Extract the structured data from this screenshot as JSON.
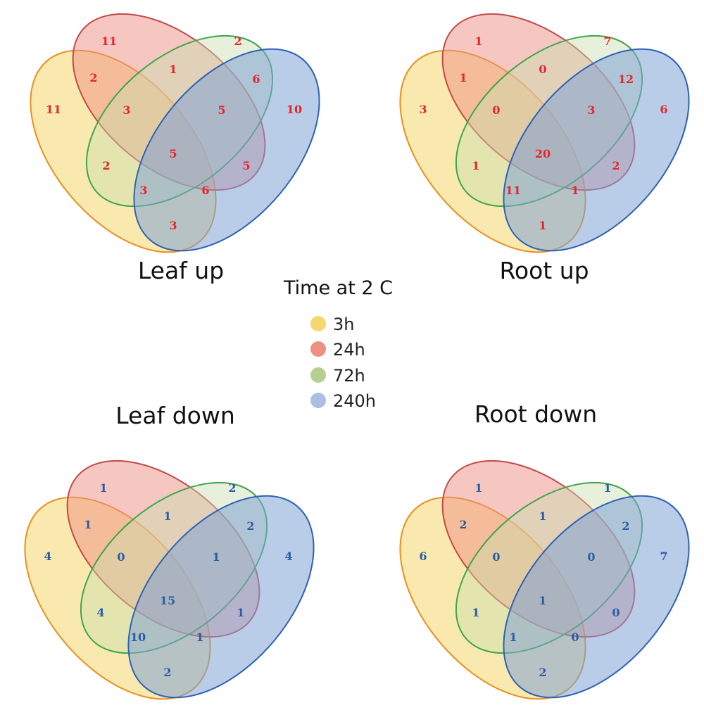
{
  "legend": {
    "title": "Time at 2 C",
    "items": [
      {
        "label": "3h",
        "color": "#F5D76E"
      },
      {
        "label": "24h",
        "color": "#EE8F84"
      },
      {
        "label": "72h",
        "color": "#B5D08E"
      },
      {
        "label": "240h",
        "color": "#A9C0E2"
      }
    ]
  },
  "sets": [
    {
      "name": "3h",
      "fill": "#F5D76E",
      "stroke": "#E8901E"
    },
    {
      "name": "24h",
      "fill": "#EE8F84",
      "stroke": "#C24A4A"
    },
    {
      "name": "72h",
      "fill": "#C9DDB0",
      "stroke": "#3DA64A"
    },
    {
      "name": "240h",
      "fill": "#7FA2D6",
      "stroke": "#2E62B4"
    }
  ],
  "diagrams": [
    {
      "id": "leaf-up",
      "title": "Leaf up",
      "number_color": "#E5262B",
      "counts": {
        "3h_only": "11",
        "24h_only": "11",
        "72h_only": "2",
        "240h_only": "10",
        "3h_24h": "2",
        "24h_72h": "1",
        "72h_240h": "6",
        "3h_24h_72h": "3",
        "24h_72h_240h": "5",
        "3h_72h": "2",
        "24h_240h": "5",
        "3h_72h_240h": "3",
        "3h_24h_240h": "6",
        "3h_240h": "3",
        "all": "5"
      }
    },
    {
      "id": "root-up",
      "title": "Root up",
      "number_color": "#E5262B",
      "counts": {
        "3h_only": "3",
        "24h_only": "1",
        "72h_only": "7",
        "240h_only": "6",
        "3h_24h": "1",
        "24h_72h": "0",
        "72h_240h": "12",
        "3h_24h_72h": "0",
        "24h_72h_240h": "3",
        "3h_72h": "1",
        "24h_240h": "2",
        "3h_72h_240h": "11",
        "3h_24h_240h": "1",
        "3h_240h": "1",
        "all": "20"
      }
    },
    {
      "id": "leaf-down",
      "title": "Leaf down",
      "number_color": "#2A5DA8",
      "counts": {
        "3h_only": "4",
        "24h_only": "1",
        "72h_only": "2",
        "240h_only": "4",
        "3h_24h": "1",
        "24h_72h": "1",
        "72h_240h": "2",
        "3h_24h_72h": "0",
        "24h_72h_240h": "1",
        "3h_72h": "4",
        "24h_240h": "1",
        "3h_72h_240h": "10",
        "3h_24h_240h": "1",
        "3h_240h": "2",
        "all": "15"
      }
    },
    {
      "id": "root-down",
      "title": "Root down",
      "number_color": "#2A5DA8",
      "counts": {
        "3h_only": "6",
        "24h_only": "1",
        "72h_only": "1",
        "240h_only": "7",
        "3h_24h": "2",
        "24h_72h": "1",
        "72h_240h": "2",
        "3h_24h_72h": "0",
        "24h_72h_240h": "0",
        "3h_72h": "1",
        "24h_240h": "0",
        "3h_72h_240h": "1",
        "3h_24h_240h": "0",
        "3h_240h": "2",
        "all": "1"
      }
    }
  ]
}
